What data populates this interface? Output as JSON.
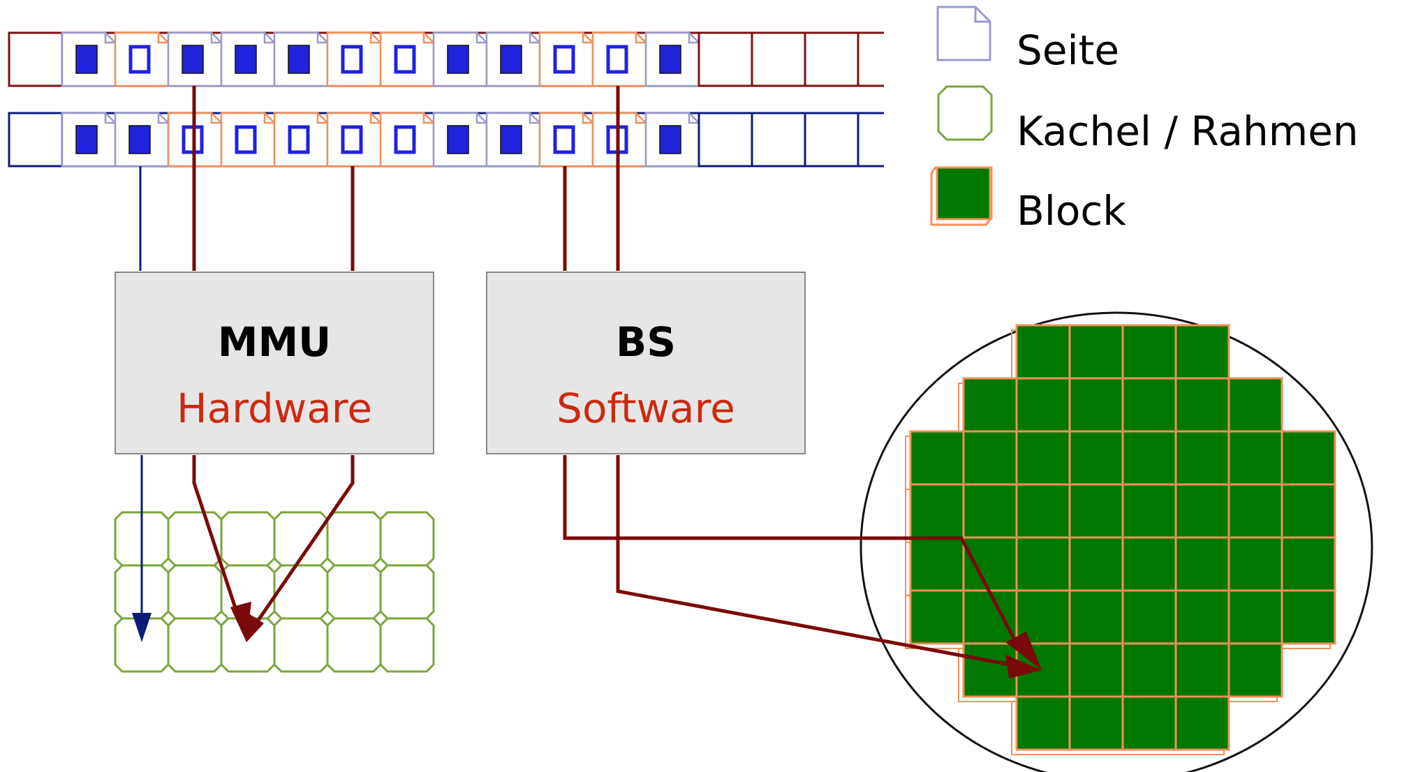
{
  "legend": {
    "page_label": "Seite",
    "frame_label": "Kachel / Rahmen",
    "block_label": "Block"
  },
  "boxes": {
    "mmu": {
      "title": "MMU",
      "subtitle": "Hardware"
    },
    "bs": {
      "title": "BS",
      "subtitle": "Software"
    }
  },
  "memory_rows": {
    "row1": {
      "pattern": [
        "empty",
        "page-present",
        "page-swapped",
        "page-present",
        "page-present",
        "page-present",
        "page-swapped",
        "page-swapped",
        "page-present",
        "page-present",
        "page-swapped",
        "page-swapped",
        "page-present",
        "empty",
        "empty",
        "empty"
      ]
    },
    "row2": {
      "pattern": [
        "empty",
        "page-present",
        "page-present",
        "page-swapped",
        "page-swapped",
        "page-swapped",
        "page-swapped",
        "page-swapped",
        "page-present",
        "page-present",
        "page-swapped",
        "page-swapped",
        "page-present",
        "empty",
        "empty",
        "empty"
      ]
    }
  },
  "colors": {
    "row1_line": "#7a1212",
    "row2_line": "#0c1a7a",
    "page_border": "#9a9acc",
    "swap_border": "#f0905a",
    "page_inner": "#2222dd",
    "frame_border": "#7aa63a",
    "block_fill": "#007700",
    "block_border": "#f0905a",
    "arrow_red": "#7a0a0a",
    "arrow_blue": "#0c1a7a",
    "box_fill": "#e6e6e6",
    "subtitle": "#cc2a10"
  }
}
